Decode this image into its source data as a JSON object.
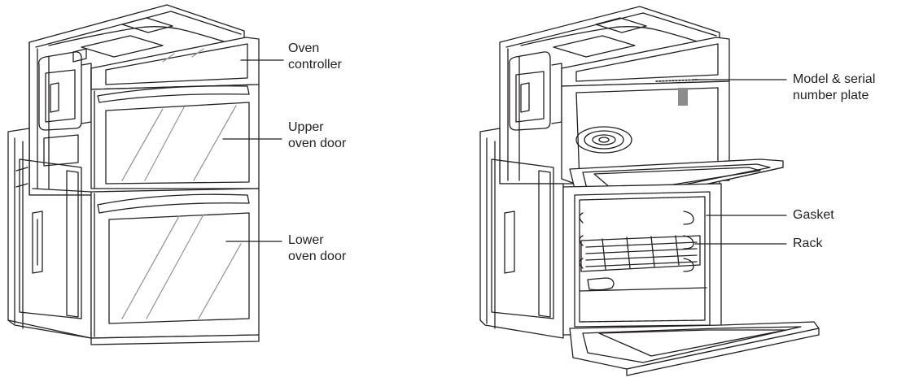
{
  "callouts": {
    "oven_controller": "Oven\ncontroller",
    "upper_oven_door": "Upper\noven door",
    "lower_oven_door": "Lower\noven door",
    "model_serial_plate": "Model & serial\nnumber plate",
    "gasket": "Gasket",
    "rack": "Rack"
  },
  "colors": {
    "line": "#231f20",
    "fill": "#ffffff",
    "shade": "#d9d9d9",
    "plate": "#8c8c8c"
  }
}
